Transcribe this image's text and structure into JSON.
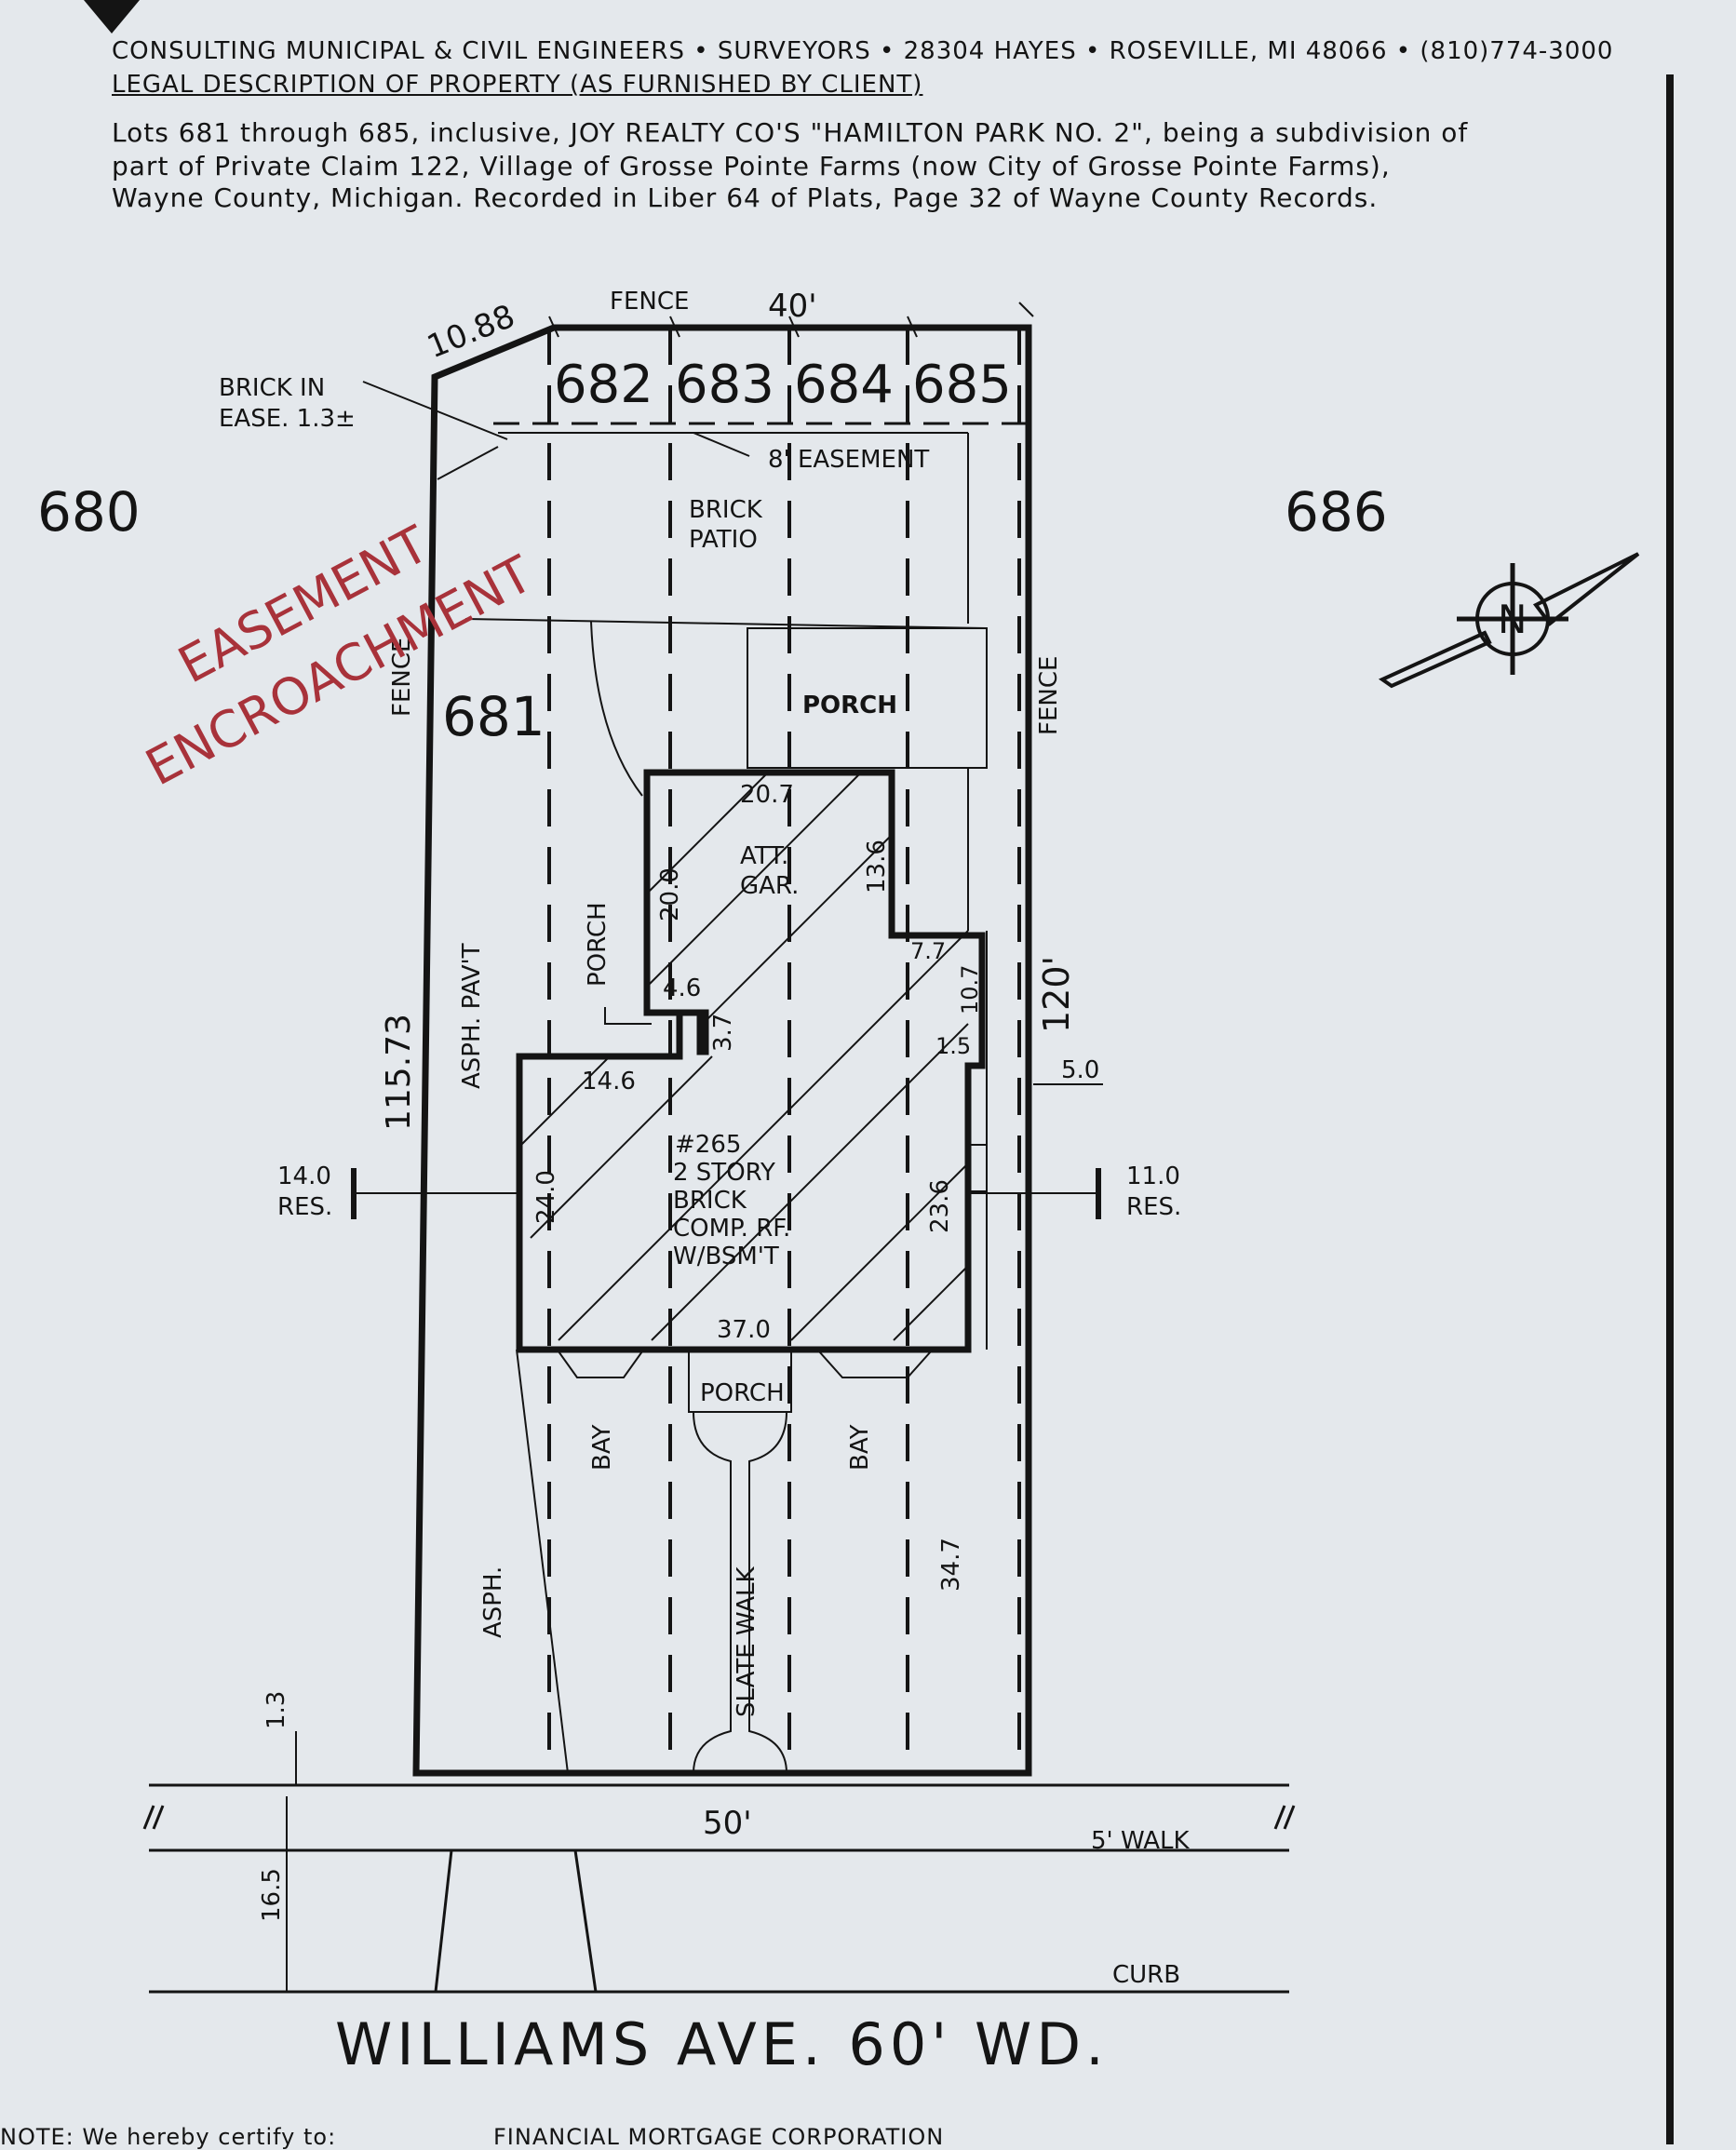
{
  "header": {
    "firm_line": "CONSULTING MUNICIPAL & CIVIL ENGINEERS • SURVEYORS • 28304 HAYES • ROSEVILLE, MI 48066 • (810)774-3000",
    "legal_heading": "LEGAL DESCRIPTION OF PROPERTY (AS FURNISHED BY CLIENT)"
  },
  "legal_description": [
    "Lots 681 through 685, inclusive, JOY REALTY CO'S \"HAMILTON PARK NO. 2\", being a subdivision of",
    "part of Private Claim 122, Village of Grosse Pointe Farms (now City of Grosse Pointe Farms),",
    "Wayne County, Michigan.  Recorded in Liber 64 of Plats, Page 32 of Wayne County Records."
  ],
  "lots": {
    "left_neighbor": "680",
    "right_neighbor": "686",
    "subject_lots": [
      "682",
      "683",
      "684",
      "685"
    ],
    "main_lot": "681"
  },
  "dimensions": {
    "rear_corner": "10.88",
    "rear_width": "40'",
    "left_depth": "115.73",
    "right_depth": "120'",
    "front_width": "50'",
    "left_setback": "14.0",
    "right_setback": "11.0",
    "right_offset": "5.0",
    "garage_width": "20.7",
    "garage_depth": "20.0",
    "garage_jog": "13.6",
    "jog_a": "7.7",
    "jog_b": "10.7",
    "jog_c": "1.5",
    "porch_w": "4.6",
    "porch_d": "3.7",
    "house_left_top": "14.6",
    "house_left": "24.0",
    "house_right": "23.6",
    "house_front": "37.0",
    "front_yard": "34.7",
    "walk_offset": "1.3",
    "row_depth": "16.5"
  },
  "labels": {
    "fence_top": "FENCE",
    "fence_left": "FENCE",
    "fence_right": "FENCE",
    "brick_in_ease_1": "BRICK IN",
    "brick_in_ease_2": "EASE. 1.3±",
    "easement": "8' EASEMENT",
    "brick_patio_1": "BRICK",
    "brick_patio_2": "PATIO",
    "porch_rear": "PORCH",
    "att_gar_1": "ATT.",
    "att_gar_2": "GAR.",
    "porch_side": "PORCH",
    "asph_pavt": "ASPH. PAV'T",
    "house_1": "#265",
    "house_2": "2 STORY",
    "house_3": "BRICK",
    "house_4": "COMP. RF.",
    "house_5": "W/BSM'T",
    "res_left": "RES.",
    "res_right": "RES.",
    "porch_front": "PORCH",
    "bay_left": "BAY",
    "bay_right": "BAY",
    "asph": "ASPH.",
    "slate_walk": "SLATE WALK",
    "walk": "5' WALK",
    "curb": "CURB",
    "north": "N"
  },
  "stamp": {
    "line1": "EASEMENT",
    "line2": "ENCROACHMENT",
    "color": "#a8323a"
  },
  "street_name": "WILLIAMS AVE. 60' WD.",
  "footer": {
    "left_partial": "NOTE: We hereby certify to:",
    "right_partial": "FINANCIAL MORTGAGE CORPORATION"
  }
}
